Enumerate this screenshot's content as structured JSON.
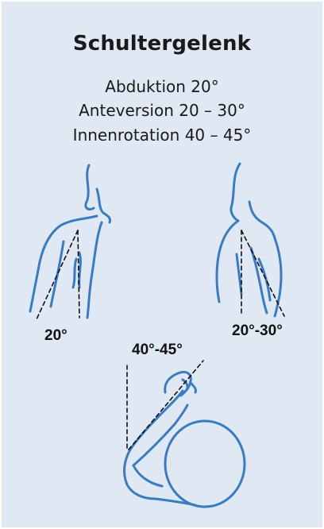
{
  "title": "Schultergelenk",
  "motions": [
    "Abduktion 20°",
    "Anteversion 20 – 30°",
    "Innenrotation 40 – 45°"
  ],
  "angle_labels": {
    "abduction": "20°",
    "anteversion": "20°-30°",
    "rotation": "40°-45°"
  },
  "colors": {
    "panel_background": "#dfe8f3",
    "outline": "#3a7cc4",
    "text": "#1a1a1a"
  }
}
